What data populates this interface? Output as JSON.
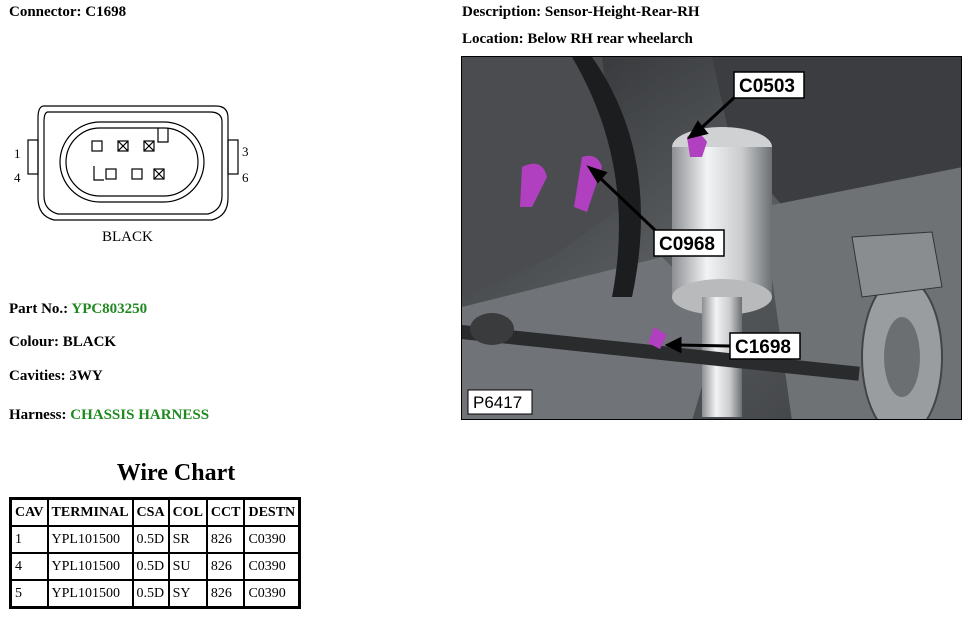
{
  "header": {
    "connector_label": "Connector:",
    "connector_value": "C1698",
    "description_label": "Description:",
    "description_value": "Sensor-Height-Rear-RH",
    "location_label": "Location:",
    "location_value": "Below RH rear wheelarch"
  },
  "connector_diagram": {
    "pin_1": "1",
    "pin_4": "4",
    "pin_3": "3",
    "pin_6": "6",
    "colour_caption": "BLACK"
  },
  "details": {
    "part_no_label": "Part No.:",
    "part_no_value": "YPC803250",
    "colour_label": "Colour:",
    "colour_value": "BLACK",
    "cavities_label": "Cavities:",
    "cavities_value": "3WY",
    "harness_label": "Harness:",
    "harness_value": "CHASSIS HARNESS"
  },
  "photo": {
    "callout_c0503": "C0503",
    "callout_c0968": "C0968",
    "callout_c1698": "C1698",
    "ref_code": "P6417"
  },
  "wire_chart": {
    "title": "Wire Chart",
    "headers": [
      "CAV",
      "TERMINAL",
      "CSA",
      "COL",
      "CCT",
      "DESTN"
    ],
    "rows": [
      [
        "1",
        "YPL101500",
        "0.5D",
        "SR",
        "826",
        "C0390"
      ],
      [
        "4",
        "YPL101500",
        "0.5D",
        "SU",
        "826",
        "C0390"
      ],
      [
        "5",
        "YPL101500",
        "0.5D",
        "SY",
        "826",
        "C0390"
      ]
    ]
  },
  "colors": {
    "accent_green": "#1f8a1f",
    "connector_highlight": "#b040c0"
  }
}
